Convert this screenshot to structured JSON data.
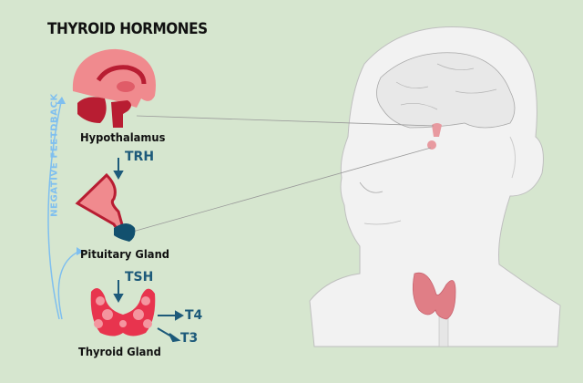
{
  "title": "THYROID HORMONES",
  "feedback_label": "NEGATIVE FEETDBACK",
  "organs": {
    "hypothalamus": "Hypothalamus",
    "pituitary": "Pituitary Gland",
    "thyroid": "Thyroid Gland"
  },
  "hormones": {
    "trh": "TRH",
    "tsh": "TSH",
    "t4": "T4",
    "t3": "T3"
  },
  "colors": {
    "background": "#d6e6cf",
    "hormone_text": "#1d5a7a",
    "feedback": "#7fbfef",
    "brain_light": "#f08a8e",
    "brain_dark": "#b81d32",
    "pituitary_posterior": "#12506e"
  }
}
